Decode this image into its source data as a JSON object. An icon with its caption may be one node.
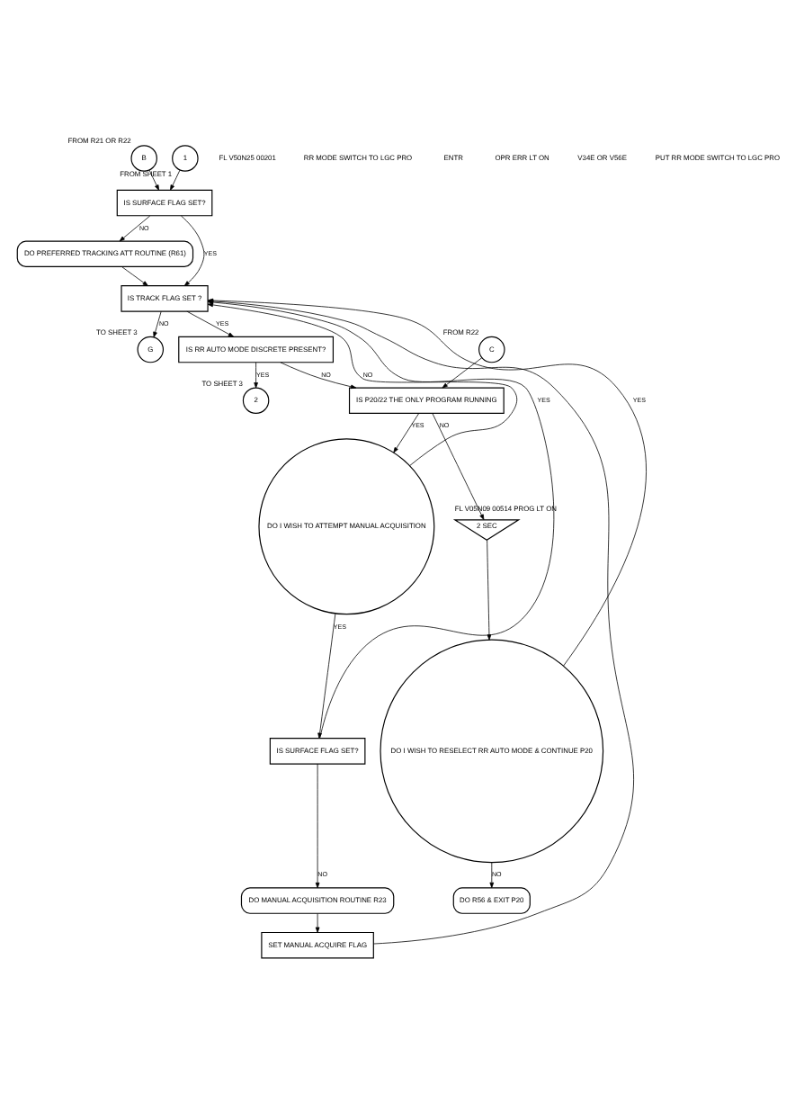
{
  "diagram": {
    "nodes": [
      {
        "text": [
          "B"
        ],
        "beside": [
          "FROM R21 OR R22"
        ]
      },
      {
        "text": [
          "1"
        ],
        "beside": [
          "FROM SHEET 1"
        ]
      },
      {
        "text": [
          "IS SURFACE FLAG SET?"
        ]
      },
      {
        "text": [
          "DO PREFERRED TRACKING ATT ROUTINE (R61)"
        ]
      },
      {
        "text": [
          "IS TRACK FLAG SET ?"
        ]
      },
      {
        "text": [
          "G"
        ],
        "beside": [
          "TO SHEET 3"
        ]
      },
      {
        "text": [
          "IS RR AUTO MODE DISCRETE PRESENT?"
        ]
      },
      {
        "text": [
          "2"
        ],
        "beside": [
          "TO SHEET 3"
        ]
      },
      {
        "text": [
          "C"
        ],
        "beside": [
          "FROM R22"
        ]
      },
      {
        "text": [
          "IS P20/22 THE ONLY PROGRAM RUNNING"
        ]
      },
      {
        "text": [
          "DO I WISH TO ATTEMPT MANUAL ACQUISITION"
        ]
      },
      {
        "text": [
          "IS SURFACE FLAG SET?"
        ]
      },
      {
        "text": [
          "DO MANUAL ACQUISITION ROUTINE R23"
        ]
      },
      {
        "text": [
          "SET MANUAL ACQUIRE FLAG"
        ]
      },
      {
        "text": [
          "2 SEC"
        ],
        "beside": [
          "FL V05N09 00514 PROG LT ON"
        ]
      },
      {
        "text": [
          "DO I WISH TO RESELECT RR AUTO MODE & CONTINUE P20"
        ]
      },
      {
        "text": [
          "DO R56 & EXIT P20"
        ]
      }
    ],
    "edges": [
      {
        "from": 0,
        "to": 2,
        "arrow": "to"
      },
      {
        "from": 1,
        "to": 2,
        "arrow": "to"
      },
      {
        "from": 2,
        "to": 4,
        "arrow": "to",
        "label": "YES"
      },
      {
        "from": 2,
        "to": 3,
        "arrow": "to",
        "label": "NO"
      },
      {
        "from": 3,
        "to": 4,
        "arrow": "to"
      },
      {
        "from": 4,
        "to": 5,
        "arrow": "to",
        "label": "NO"
      },
      {
        "from": 4,
        "to": 6,
        "arrow": "to",
        "label": "YES"
      },
      {
        "from": 6,
        "to": 9,
        "arrow": "to",
        "label": "NO"
      },
      {
        "from": 6,
        "to": 7,
        "arrow": "to",
        "label": "YES"
      },
      {
        "from": 8,
        "to": 9,
        "arrow": "to"
      },
      {
        "from": 9,
        "to": 10,
        "arrow": "to",
        "label": "YES"
      },
      {
        "from": 9,
        "to": 14,
        "arrow": "to",
        "label": "NO"
      },
      {
        "from": 10,
        "to": 11,
        "arrow": "to",
        "label": "YES"
      },
      {
        "from": 10,
        "to": 4,
        "arrow": "to",
        "label": "NO"
      },
      {
        "from": 11,
        "to": 4,
        "arrow": "to",
        "label": "YES"
      },
      {
        "from": 11,
        "to": 12,
        "arrow": "to",
        "label": "NO"
      },
      {
        "from": 12,
        "to": 13,
        "arrow": "to"
      },
      {
        "from": 13,
        "to": 4,
        "arrow": "to"
      },
      {
        "from": 14,
        "to": 15,
        "arrow": "to"
      },
      {
        "from": 15,
        "to": 16,
        "arrow": "to",
        "label": "NO"
      },
      {
        "from": 15,
        "to": 4,
        "arrow": "to",
        "label": "YES"
      }
    ],
    "labels": [
      "FL V50N25 00201",
      "RR MODE SWITCH TO LGC PRO",
      "ENTR",
      "OPR ERR LT ON",
      "V34E OR V56E",
      "PUT RR MODE SWITCH TO LGC PRO"
    ]
  }
}
